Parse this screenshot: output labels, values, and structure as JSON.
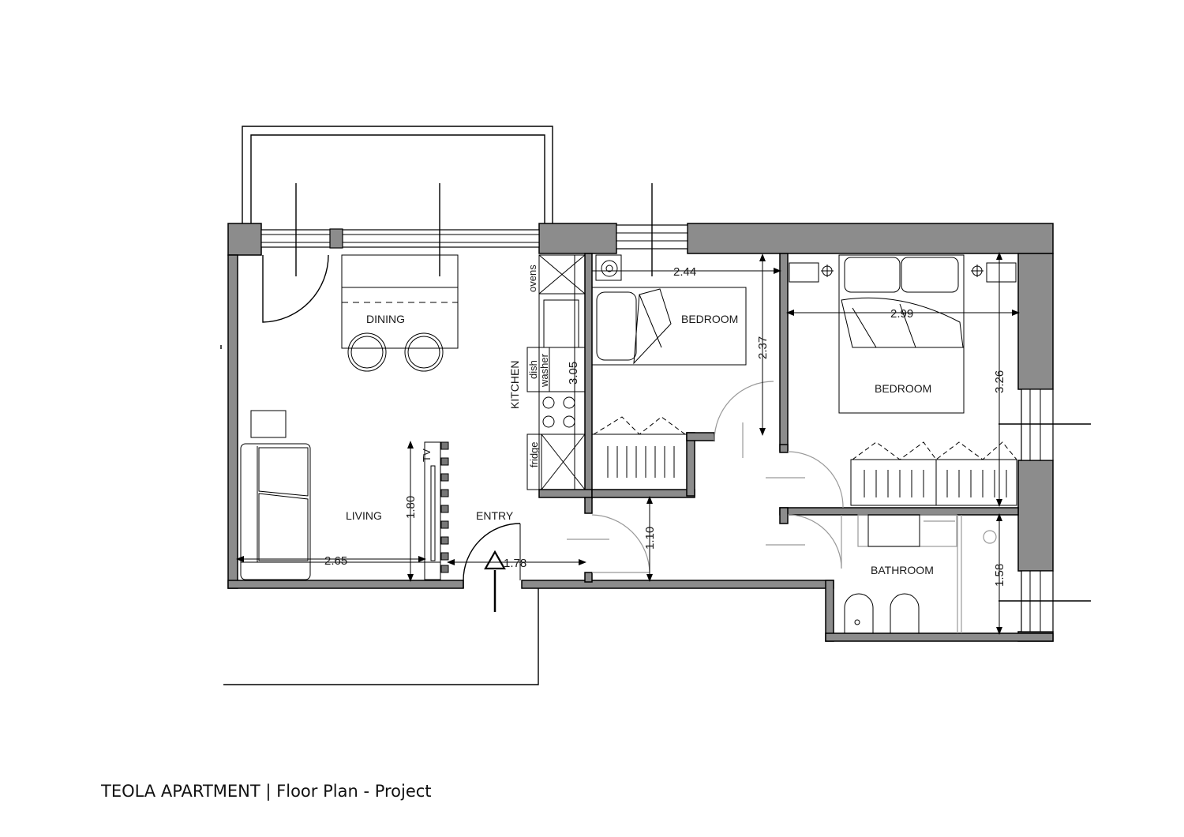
{
  "caption": {
    "project": "TEOLA APARTMENT",
    "separator": "|",
    "subtitle": "Floor Plan - Project"
  },
  "rooms": {
    "dining": "DINING",
    "living": "LIVING",
    "kitchen": "KITCHEN",
    "entry": "ENTRY",
    "bedroom_small": "BEDROOM",
    "bedroom_master": "BEDROOM",
    "bathroom": "BATHROOM"
  },
  "appliances": {
    "ovens": "ovens",
    "dishwasher_1": "dish",
    "dishwasher_2": "washer",
    "fridge": "fridge",
    "tv": "TV"
  },
  "dimensions": {
    "kitchen_length": "3.05",
    "living_height": "1.80",
    "living_width": "2.65",
    "entry_width": "1.78",
    "corridor_width": "1.10",
    "bedroom_small_width": "2.44",
    "bedroom_small_depth": "2.37",
    "bedroom_master_width": "2.99",
    "bedroom_master_depth": "3.26",
    "bathroom_depth": "1.58"
  },
  "colors": {
    "wall": "#8c8c8c",
    "line": "#000000"
  }
}
